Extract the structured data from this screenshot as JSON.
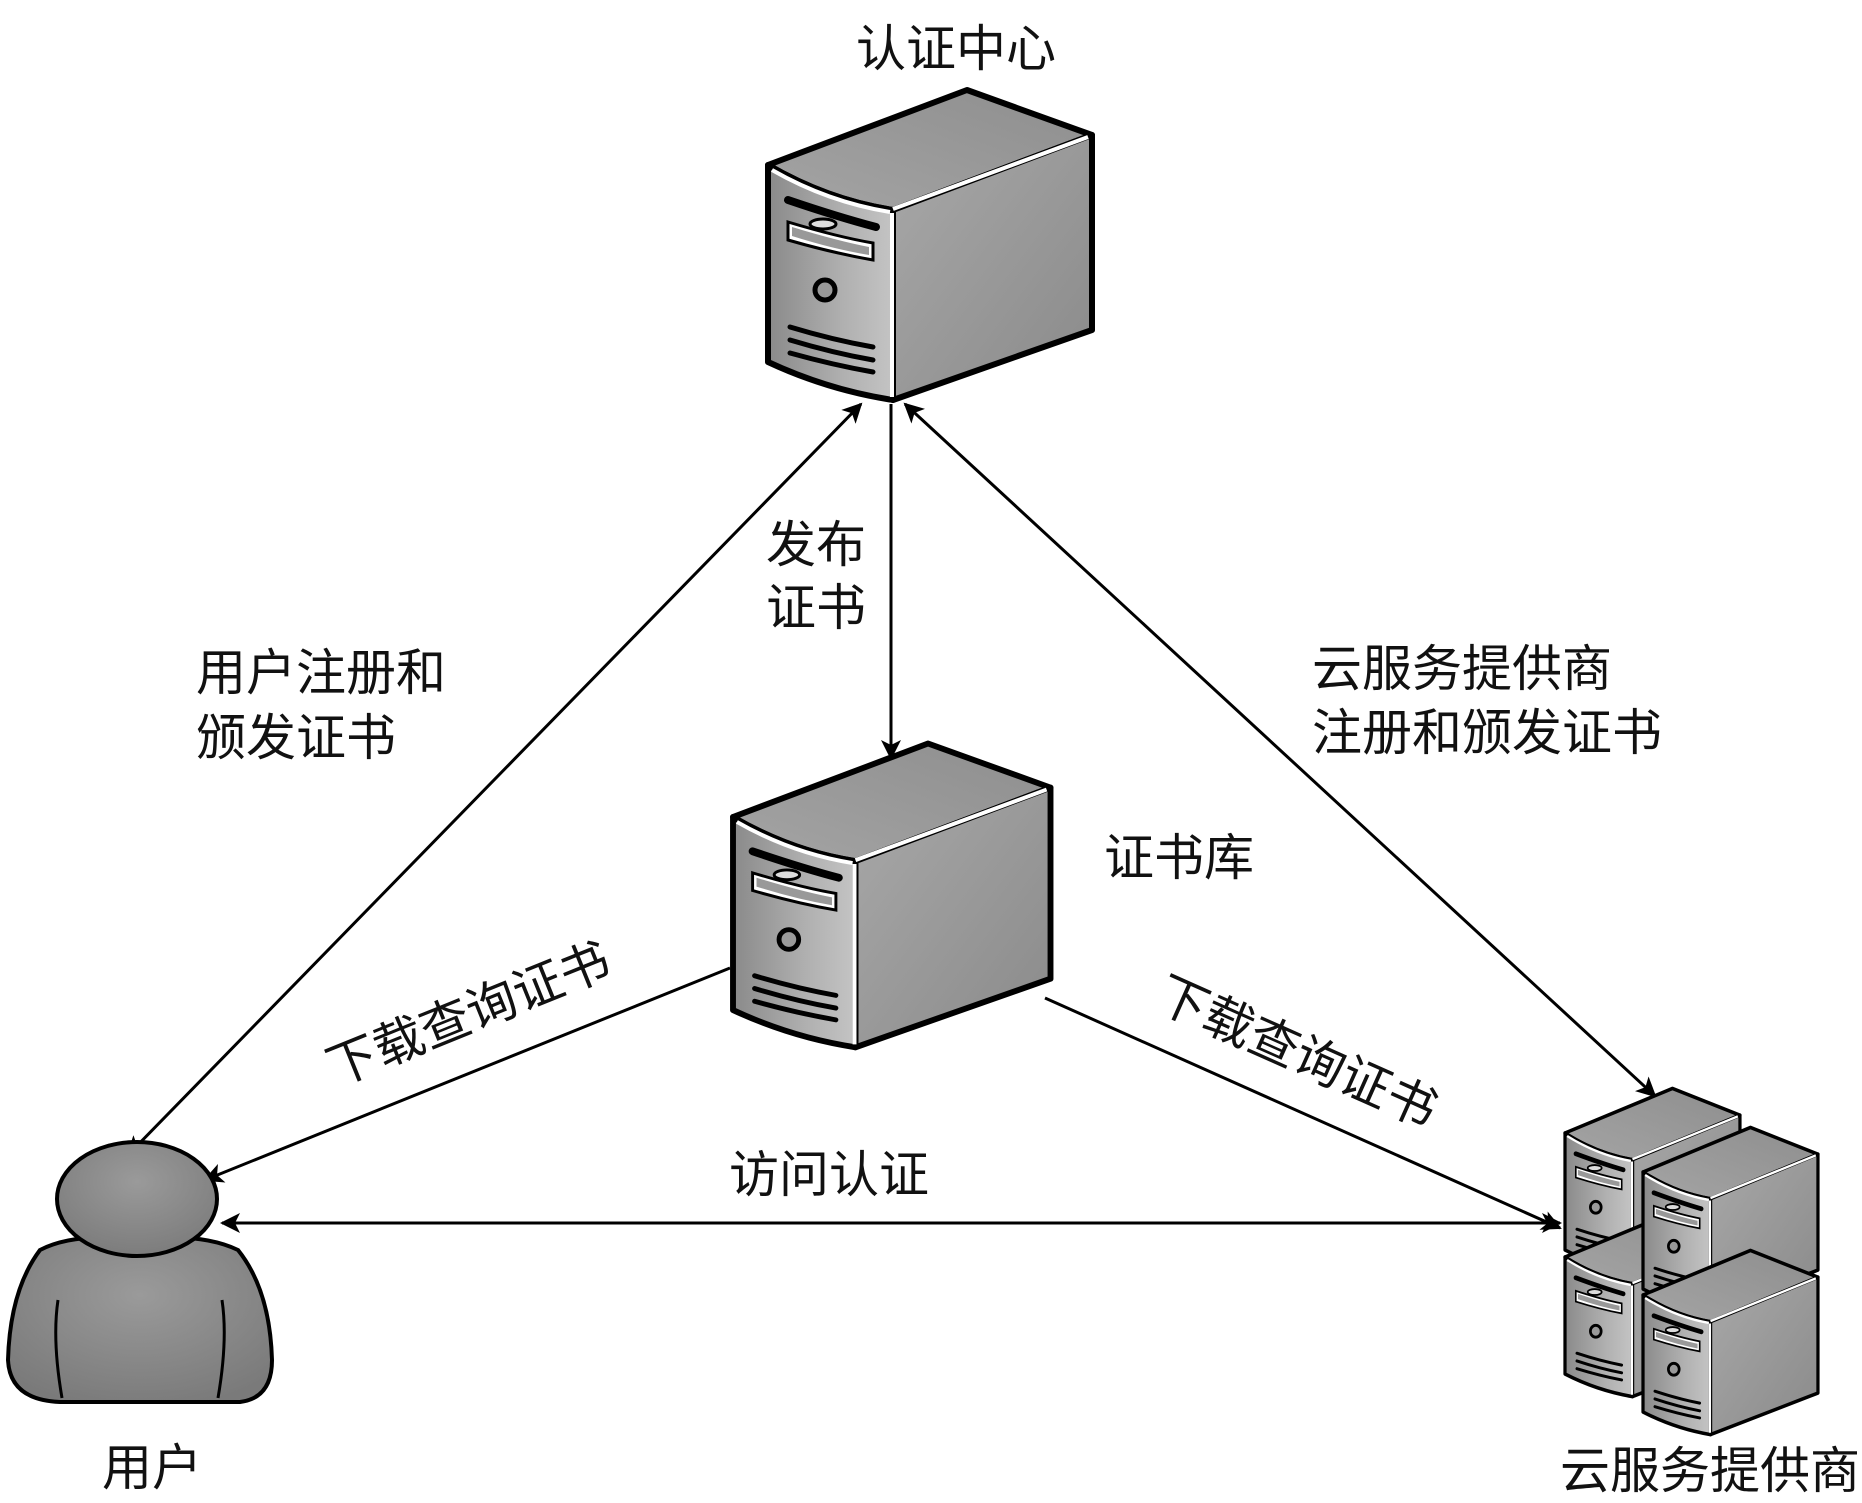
{
  "nodes": {
    "ca": {
      "label": "认证中心",
      "icon": "server-icon"
    },
    "repository": {
      "label": "证书库",
      "icon": "server-icon"
    },
    "user": {
      "label": "用户",
      "icon": "user-icon"
    },
    "cloud": {
      "label": "云服务提供商",
      "icon": "server-cluster-icon"
    }
  },
  "edges": {
    "ca_repo": {
      "line1": "发布",
      "line2": "证书"
    },
    "ca_user": {
      "line1": "用户注册和",
      "line2": "颁发证书"
    },
    "ca_cloud": {
      "line1": "云服务提供商",
      "line2": "注册和颁发证书"
    },
    "repo_user": {
      "label": "下载查询证书"
    },
    "repo_cloud": {
      "label": "下载查询证书"
    },
    "user_cloud": {
      "label": "访问认证"
    }
  },
  "colors": {
    "line": "#000000",
    "server_light": "#b8b8b8",
    "server_dark": "#7a7a7a",
    "user": "#8c8c8c"
  }
}
